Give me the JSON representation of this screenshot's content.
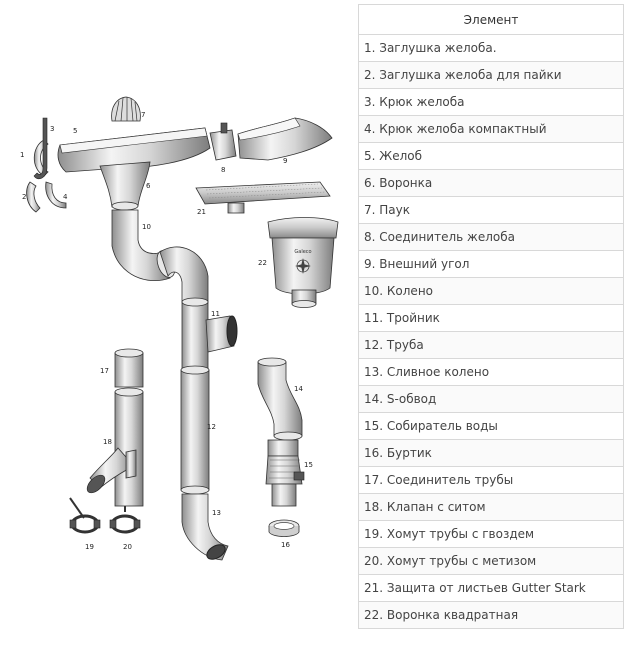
{
  "legend": {
    "header": "Элемент",
    "items": [
      {
        "n": "1",
        "text": "1. Заглушка желоба."
      },
      {
        "n": "2",
        "text": "2. Заглушка желоба для пайки"
      },
      {
        "n": "3",
        "text": "3. Крюк желоба"
      },
      {
        "n": "4",
        "text": "4. Крюк желоба компактный"
      },
      {
        "n": "5",
        "text": "5. Желоб"
      },
      {
        "n": "6",
        "text": "6. Воронка"
      },
      {
        "n": "7",
        "text": "7. Паук"
      },
      {
        "n": "8",
        "text": "8. Соединитель желоба"
      },
      {
        "n": "9",
        "text": "9. Внешний угол"
      },
      {
        "n": "10",
        "text": "10. Колено"
      },
      {
        "n": "11",
        "text": "11. Тройник"
      },
      {
        "n": "12",
        "text": "12. Труба"
      },
      {
        "n": "13",
        "text": "13. Сливное колено"
      },
      {
        "n": "14",
        "text": "14. S-обвод"
      },
      {
        "n": "15",
        "text": "15. Собиратель воды"
      },
      {
        "n": "16",
        "text": "16. Буртик"
      },
      {
        "n": "17",
        "text": "17. Соединитель трубы"
      },
      {
        "n": "18",
        "text": "18. Клапан с ситом"
      },
      {
        "n": "19",
        "text": "19. Хомут трубы с гвоздем"
      },
      {
        "n": "20",
        "text": "20. Хомут трубы с метизом"
      },
      {
        "n": "21",
        "text": "21. Защита от листьев Gutter Stark"
      },
      {
        "n": "22",
        "text": "22. Воронка квадратная"
      }
    ]
  },
  "diagram": {
    "labels": {
      "l1": "1",
      "l2": "2",
      "l3": "3",
      "l4": "4",
      "l5": "5",
      "l6": "6",
      "l7": "7",
      "l8": "8",
      "l9": "9",
      "l10": "10",
      "l11": "11",
      "l12": "12",
      "l13": "13",
      "l14": "14",
      "l15": "15",
      "l16": "16",
      "l17": "17",
      "l18": "18",
      "l19": "19",
      "l20": "20",
      "l21": "21",
      "l22": "22"
    },
    "logo_text": "Galeco"
  }
}
